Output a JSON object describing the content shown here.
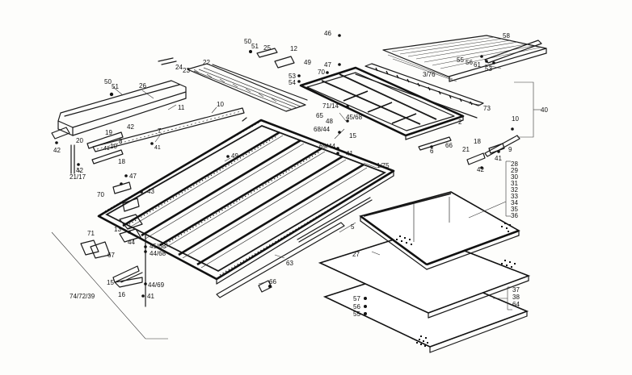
{
  "labels": {
    "l1": "50",
    "l2": "51",
    "l3": "25",
    "l4": "12",
    "l5": "46",
    "l6": "47",
    "l7": "70",
    "l8": "49",
    "l9": "53",
    "l10": "54",
    "l11": "24",
    "l12": "22",
    "l13": "23",
    "l14": "50",
    "l15": "51",
    "l16": "26",
    "l17": "11",
    "l18": "10",
    "l19": "19",
    "l20": "42",
    "l21": "7",
    "l22": "20",
    "l23": "10",
    "l24": "8",
    "l25": "41",
    "l26": "41",
    "l27": "42",
    "l28": "18",
    "l29": "21/17",
    "l30": "42",
    "l31": "47",
    "l32": "70",
    "l33": "43",
    "l34": "49",
    "l35": "1/75",
    "l36": "71/14",
    "l37": "65",
    "l38": "48",
    "l39": "45/68",
    "l40": "68/44",
    "l41": "15",
    "l42": "69/44",
    "l43": "41",
    "l44": "3/76",
    "l45": "73",
    "l46": "2",
    "l47": "6",
    "l48": "66",
    "l49": "40",
    "l50": "10",
    "l51": "18",
    "l52": "21",
    "l53": "9",
    "l54": "41",
    "l55": "42",
    "l56": "58",
    "l57": "55",
    "l58": "56",
    "l59": "61",
    "l60": "53",
    "l61": "28",
    "l62": "29",
    "l63": "30",
    "l64": "31",
    "l65": "32",
    "l66": "33",
    "l67": "34",
    "l68": "35",
    "l69": "36",
    "l70": "13",
    "l71": "44",
    "l72": "45/68",
    "l73": "44/68",
    "l74": "71",
    "l75": "67",
    "l76": "5",
    "l77": "63",
    "l78": "66",
    "l79": "15",
    "l80": "16",
    "l81": "44/69",
    "l82": "41",
    "l83": "74/72/39",
    "l84": "27",
    "l85": "57",
    "l86": "56",
    "l87": "55",
    "l88": "37",
    "l89": "38",
    "l90": "64"
  }
}
